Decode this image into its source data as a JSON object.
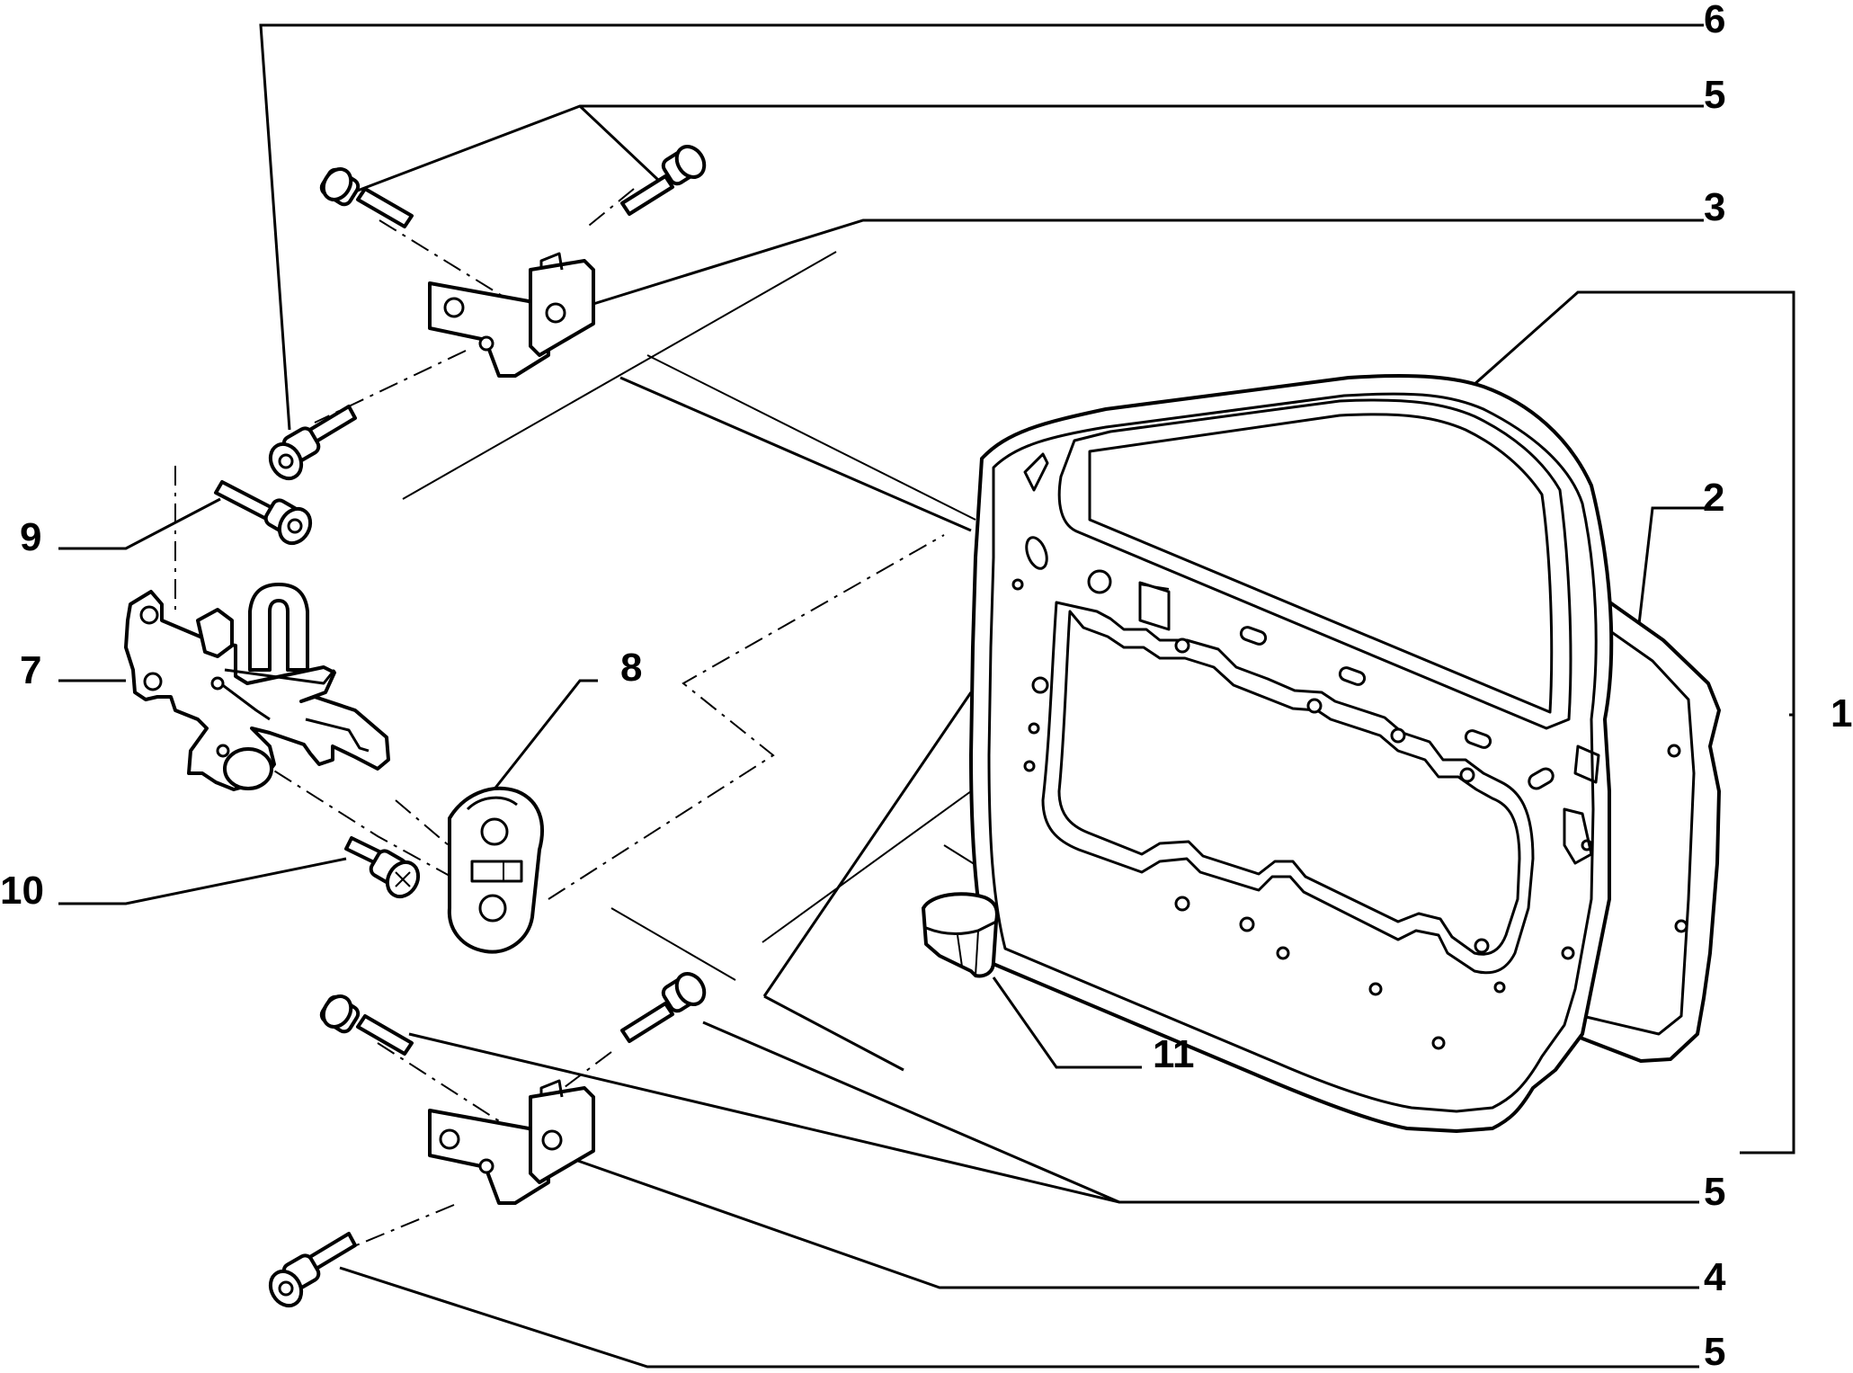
{
  "diagram": {
    "callouts": {
      "c1": "1",
      "c2": "2",
      "c3": "3",
      "c4": "4",
      "c5_top": "5",
      "c5_mid": "5",
      "c5_bottom": "5",
      "c6": "6",
      "c7": "7",
      "c8": "8",
      "c9": "9",
      "c10": "10",
      "c11": "11"
    }
  }
}
